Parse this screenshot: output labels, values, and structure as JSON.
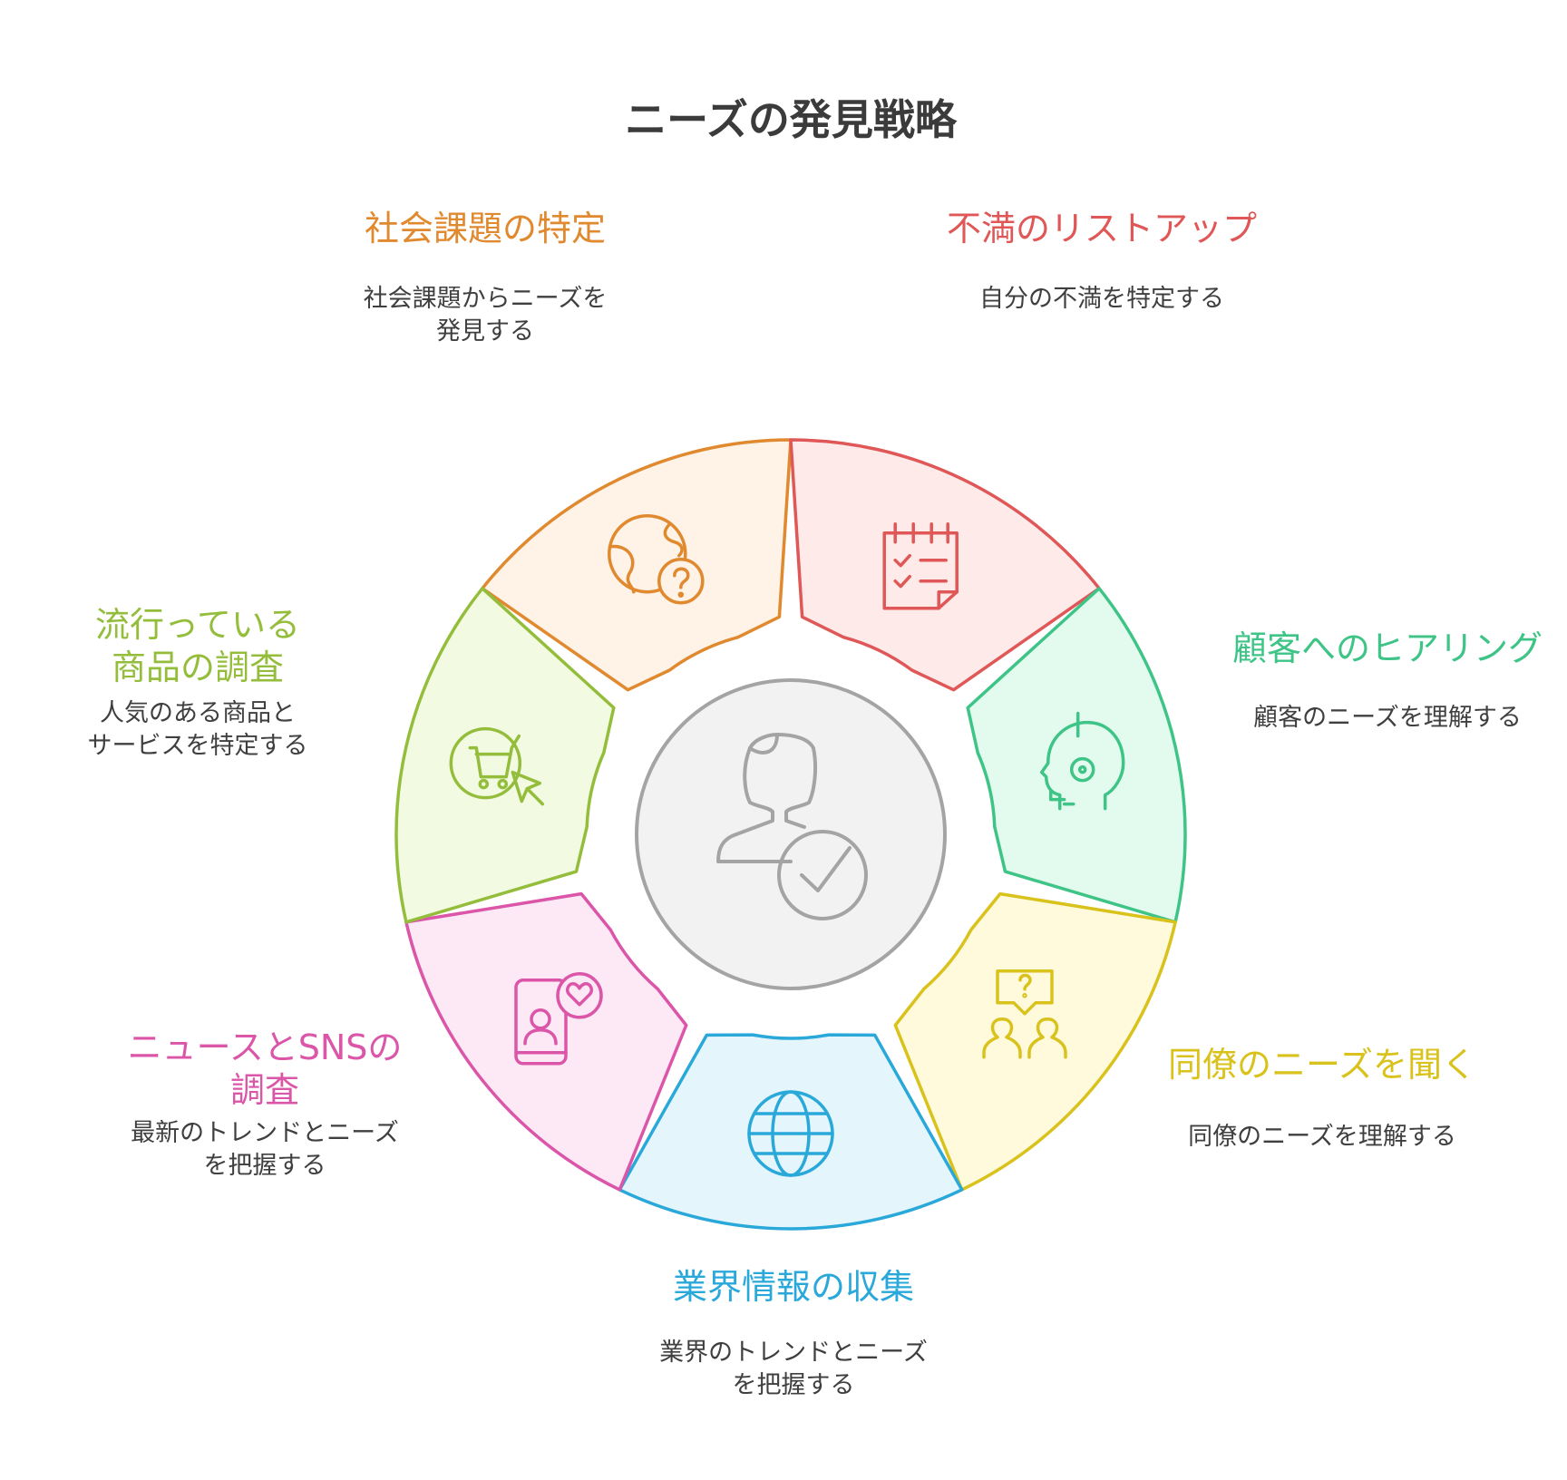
{
  "title": "ニーズの発見戦略",
  "center": {
    "icon": "user-check-icon"
  },
  "segments": [
    {
      "id": "social-issues",
      "title_lines": [
        "社会課題の特定"
      ],
      "desc_lines": [
        "社会課題からニーズを",
        "発見する"
      ],
      "icon": "globe-question-icon",
      "color": "#e0892f",
      "fill": "#fff2e6"
    },
    {
      "id": "dissatisfaction",
      "title_lines": [
        "不満のリストアップ"
      ],
      "desc_lines": [
        "自分の不満を特定する"
      ],
      "icon": "checklist-icon",
      "color": "#e05757",
      "fill": "#ffeaea"
    },
    {
      "id": "customer-hearing",
      "title_lines": [
        "顧客へのヒアリング"
      ],
      "desc_lines": [
        "顧客のニーズを理解する"
      ],
      "icon": "headset-icon",
      "color": "#3dc486",
      "fill": "#e3fbee"
    },
    {
      "id": "colleague-needs",
      "title_lines": [
        "同僚のニーズを聞く"
      ],
      "desc_lines": [
        "同僚のニーズを理解する"
      ],
      "icon": "people-question-icon",
      "color": "#d9c21c",
      "fill": "#fefadb"
    },
    {
      "id": "industry-info",
      "title_lines": [
        "業界情報の収集"
      ],
      "desc_lines": [
        "業界のトレンドとニーズ",
        "を把握する"
      ],
      "icon": "globe-icon",
      "color": "#29a8d9",
      "fill": "#e4f6fc"
    },
    {
      "id": "news-sns",
      "title_lines": [
        "ニュースとSNSの",
        "調査"
      ],
      "desc_lines": [
        "最新のトレンドとニーズ",
        "を把握する"
      ],
      "icon": "phone-heart-icon",
      "color": "#db55a8",
      "fill": "#fde9f5"
    },
    {
      "id": "trending-products",
      "title_lines": [
        "流行っている",
        "商品の調査"
      ],
      "desc_lines": [
        "人気のある商品と",
        "サービスを特定する"
      ],
      "icon": "cart-cursor-icon",
      "color": "#94bd3c",
      "fill": "#f2fbe2"
    }
  ]
}
